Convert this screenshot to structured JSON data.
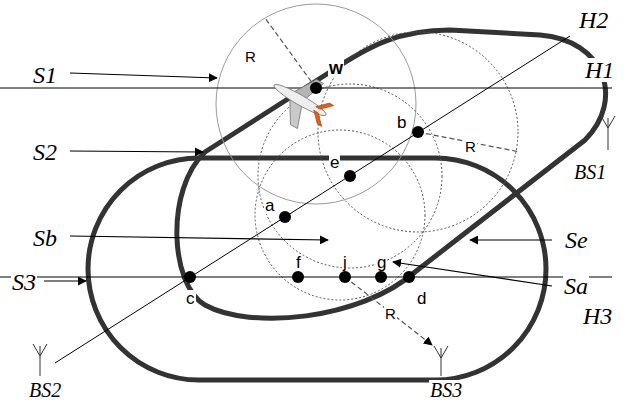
{
  "diagram": {
    "labels": [
      "S1",
      "S2",
      "Sb",
      "S3",
      "H2",
      "H1",
      "BS1",
      "Se",
      "Sa",
      "H3",
      "BS2",
      "BS3",
      "R",
      "R",
      "R",
      "w",
      "a",
      "b",
      "c",
      "d",
      "e",
      "f",
      "j",
      "g"
    ]
  }
}
